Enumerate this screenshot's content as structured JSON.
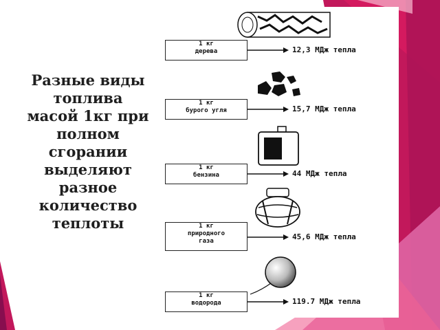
{
  "caption": "Разные виды топлива масой 1кг при полном сгорании выделяют разное количество теплоты",
  "rows": [
    {
      "line1": "1 кг",
      "line2": "дерева",
      "line3": "",
      "value": "12,3 МДж тепла",
      "icon": "log-icon"
    },
    {
      "line1": "1 кг",
      "line2": "бурого угля",
      "line3": "",
      "value": "15,7 МДж тепла",
      "icon": "coal-icon"
    },
    {
      "line1": "1 кг",
      "line2": "бензина",
      "line3": "",
      "value": "44 МДж тепла",
      "icon": "canister-icon"
    },
    {
      "line1": "1 кг",
      "line2": "природного",
      "line3": "газа",
      "value": "45,6 МДж тепла",
      "icon": "gas-cylinder-icon"
    },
    {
      "line1": "1 кг",
      "line2": "водорода",
      "line3": "",
      "value": "119.7 МДж тепла",
      "icon": "balloon-icon"
    }
  ],
  "colors": {
    "accent": "#c2185b",
    "accent_light": "#e06aa8",
    "text": "#1f1f1f"
  }
}
